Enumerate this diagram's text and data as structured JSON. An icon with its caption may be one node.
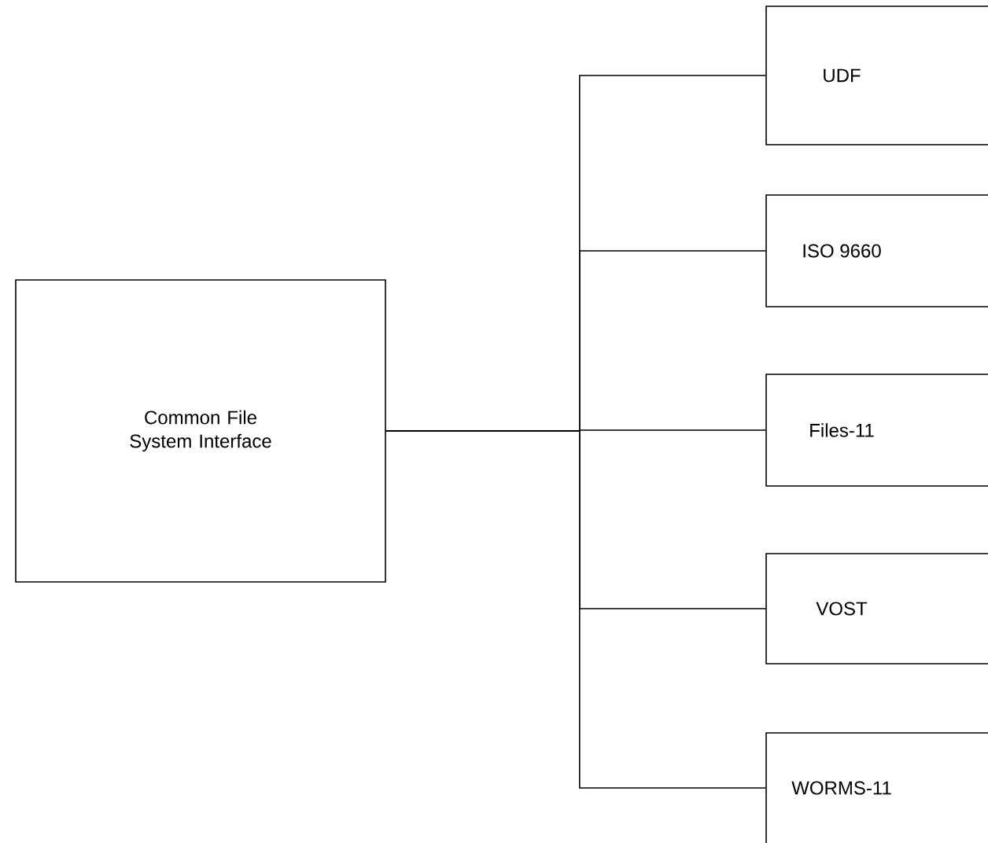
{
  "diagram": {
    "nodes": [
      {
        "text": [
          "Common File System Interface"
        ]
      },
      {
        "text": [
          "UDF"
        ]
      },
      {
        "text": [
          "ISO 9660"
        ]
      },
      {
        "text": [
          "Files-11"
        ]
      },
      {
        "text": [
          "VOST"
        ]
      },
      {
        "text": [
          "WORMS-11"
        ]
      }
    ],
    "edges": [
      {
        "from": 0,
        "to": 1,
        "arrow": "none"
      },
      {
        "from": 0,
        "to": 2,
        "arrow": "none"
      },
      {
        "from": 0,
        "to": 3,
        "arrow": "none"
      },
      {
        "from": 0,
        "to": 4,
        "arrow": "none"
      },
      {
        "from": 0,
        "to": 5,
        "arrow": "none"
      }
    ]
  }
}
